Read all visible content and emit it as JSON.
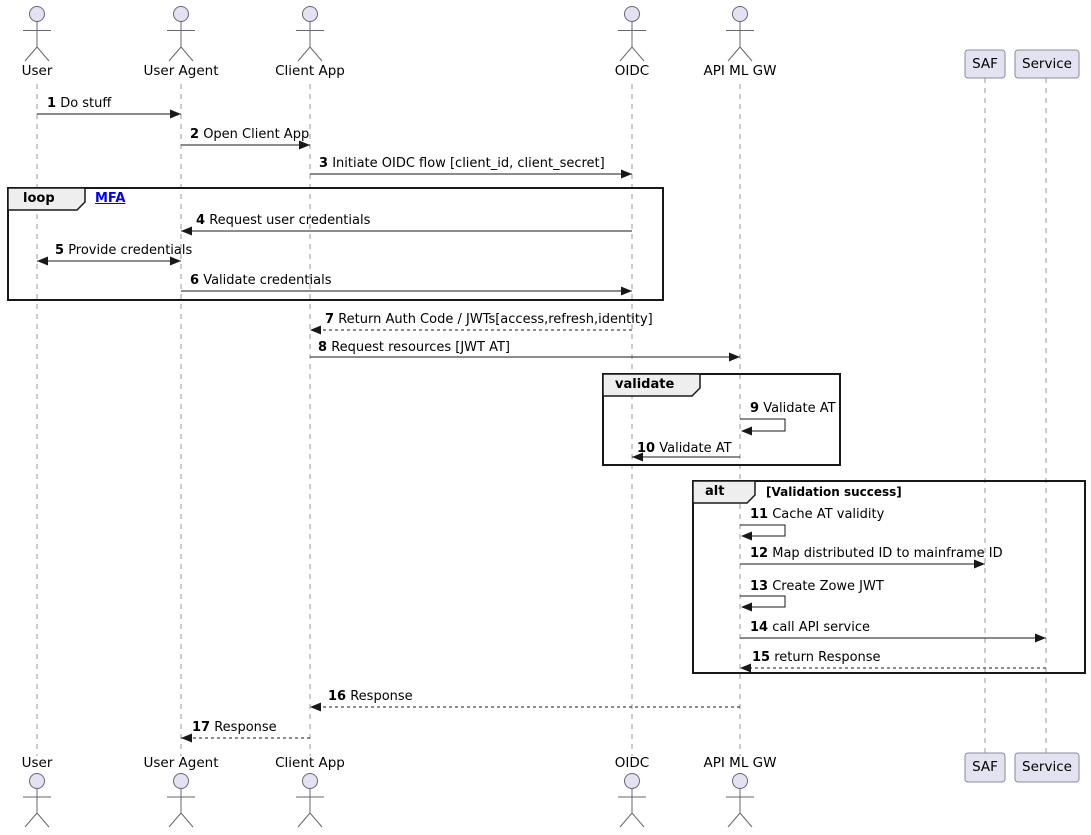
{
  "diagram_type": "uml-sequence",
  "colors": {
    "participant_fill": "#E2E2F0",
    "frame_header_fill": "#EEEEEE",
    "link_color": "#0000EE",
    "arrow_color": "#181818",
    "lifeline_color": "#999999"
  },
  "actors": [
    {
      "label": "User",
      "kind": "actor"
    },
    {
      "label": "User Agent",
      "kind": "actor"
    },
    {
      "label": "Client App",
      "kind": "actor"
    },
    {
      "label": "OIDC",
      "kind": "actor"
    },
    {
      "label": "API ML GW",
      "kind": "actor"
    },
    {
      "label": "SAF",
      "kind": "participant"
    },
    {
      "label": "Service",
      "kind": "participant"
    }
  ],
  "frames": {
    "loop": {
      "operator": "loop",
      "link": "MFA",
      "contains_messages": [
        4,
        5,
        6
      ]
    },
    "validate": {
      "operator": "validate",
      "contains_messages": [
        9,
        10
      ]
    },
    "alt": {
      "operator": "alt",
      "guard": "[Validation success]",
      "contains_messages": [
        11,
        12,
        13,
        14,
        15
      ]
    }
  },
  "messages": [
    {
      "num": "1",
      "text": "Do stuff",
      "from": "User",
      "to": "User Agent",
      "line": "solid"
    },
    {
      "num": "2",
      "text": "Open Client App",
      "from": "User Agent",
      "to": "Client App",
      "line": "solid"
    },
    {
      "num": "3",
      "text": "Initiate OIDC flow [client_id, client_secret]",
      "from": "Client App",
      "to": "OIDC",
      "line": "solid"
    },
    {
      "num": "4",
      "text": "Request user credentials",
      "from": "OIDC",
      "to": "User Agent",
      "line": "solid"
    },
    {
      "num": "5",
      "text": "Provide credentials",
      "from": "User",
      "to": "User Agent",
      "line": "solid",
      "bidirectional": true
    },
    {
      "num": "6",
      "text": "Validate credentials",
      "from": "User Agent",
      "to": "OIDC",
      "line": "solid"
    },
    {
      "num": "7",
      "text": "Return Auth Code / JWTs[access,refresh,identity]",
      "from": "OIDC",
      "to": "Client App",
      "line": "dashed"
    },
    {
      "num": "8",
      "text": "Request resources [JWT AT]",
      "from": "Client App",
      "to": "API ML GW",
      "line": "solid"
    },
    {
      "num": "9",
      "text": "Validate AT",
      "from": "API ML GW",
      "to": "API ML GW",
      "line": "solid",
      "self": true
    },
    {
      "num": "10",
      "text": "Validate AT",
      "from": "API ML GW",
      "to": "OIDC",
      "line": "solid"
    },
    {
      "num": "11",
      "text": "Cache AT validity",
      "from": "API ML GW",
      "to": "API ML GW",
      "line": "solid",
      "self": true
    },
    {
      "num": "12",
      "text": "Map distributed ID to mainframe ID",
      "from": "API ML GW",
      "to": "SAF",
      "line": "solid"
    },
    {
      "num": "13",
      "text": "Create Zowe JWT",
      "from": "API ML GW",
      "to": "API ML GW",
      "line": "solid",
      "self": true
    },
    {
      "num": "14",
      "text": "call API service",
      "from": "API ML GW",
      "to": "Service",
      "line": "solid"
    },
    {
      "num": "15",
      "text": "return Response",
      "from": "Service",
      "to": "API ML GW",
      "line": "dashed"
    },
    {
      "num": "16",
      "text": "Response",
      "from": "API ML GW",
      "to": "Client App",
      "line": "dashed"
    },
    {
      "num": "17",
      "text": "Response",
      "from": "Client App",
      "to": "User Agent",
      "line": "dashed"
    }
  ]
}
